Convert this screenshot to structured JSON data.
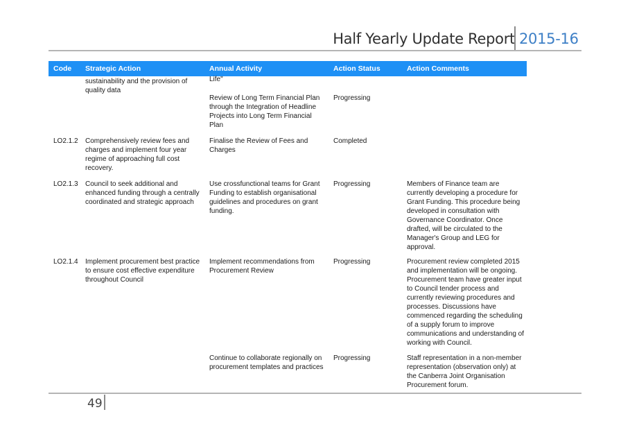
{
  "header": {
    "title": "Half Yearly Update Report",
    "year": "2015-16"
  },
  "table": {
    "columns": [
      "Code",
      "Strategic Action",
      "Annual Activity",
      "Action Status",
      "Action Comments"
    ],
    "rows": [
      {
        "code": "",
        "action": "sustainability and the provision of\nquality data",
        "activity": "Life\"",
        "status": "",
        "comments": ""
      },
      {
        "code": "",
        "action": "",
        "activity": "Review of Long Term Financial Plan\nthrough the Integration of Headline\nProjects into Long Term Financial\nPlan",
        "status": "Progressing",
        "comments": ""
      },
      {
        "code": "LO2.1.2",
        "action": "Comprehensively review fees and\ncharges and implement four year\nregime of approaching full cost\nrecovery.",
        "activity": "Finalise the Review of Fees and\nCharges",
        "status": "Completed",
        "comments": ""
      },
      {
        "code": "LO2.1.3",
        "action": "Council to seek additional and\nenhanced funding through a centrally\ncoordinated and strategic approach",
        "activity": "Use crossfunctional teams for Grant\nFunding to establish organisational\nguidelines and procedures on grant\nfunding.",
        "status": "Progressing",
        "comments": "Members of Finance team are\ncurrently developing a procedure for\nGrant Funding.  This procedure being\ndeveloped in consultation with\nGovernance Coordinator.  Once\ndrafted, will be circulated to the\nManager's Group and LEG for\napproval."
      },
      {
        "code": "LO2.1.4",
        "action": "Implement procurement best practice\nto ensure cost effective expenditure\nthroughout Council",
        "activity": "Implement recommendations from\nProcurement Review",
        "status": "Progressing",
        "comments": "Procurement review completed 2015\nand implementation will be ongoing.\nProcurement team have greater input\nto Council tender process and\ncurrently reviewing procedures and\nprocesses. Discussions have\ncommenced regarding the scheduling\nof a supply forum to improve\ncommunications and understanding of\nworking with Council."
      },
      {
        "code": "",
        "action": "",
        "activity": "Continue to collaborate regionally on\nprocurement templates and practices",
        "status": "Progressing",
        "comments": "Staff representation in a non-member\nrepresentation (observation only) at\nthe Canberra Joint Organisation\nProcurement forum."
      }
    ]
  },
  "footer": {
    "page_number": "49"
  }
}
